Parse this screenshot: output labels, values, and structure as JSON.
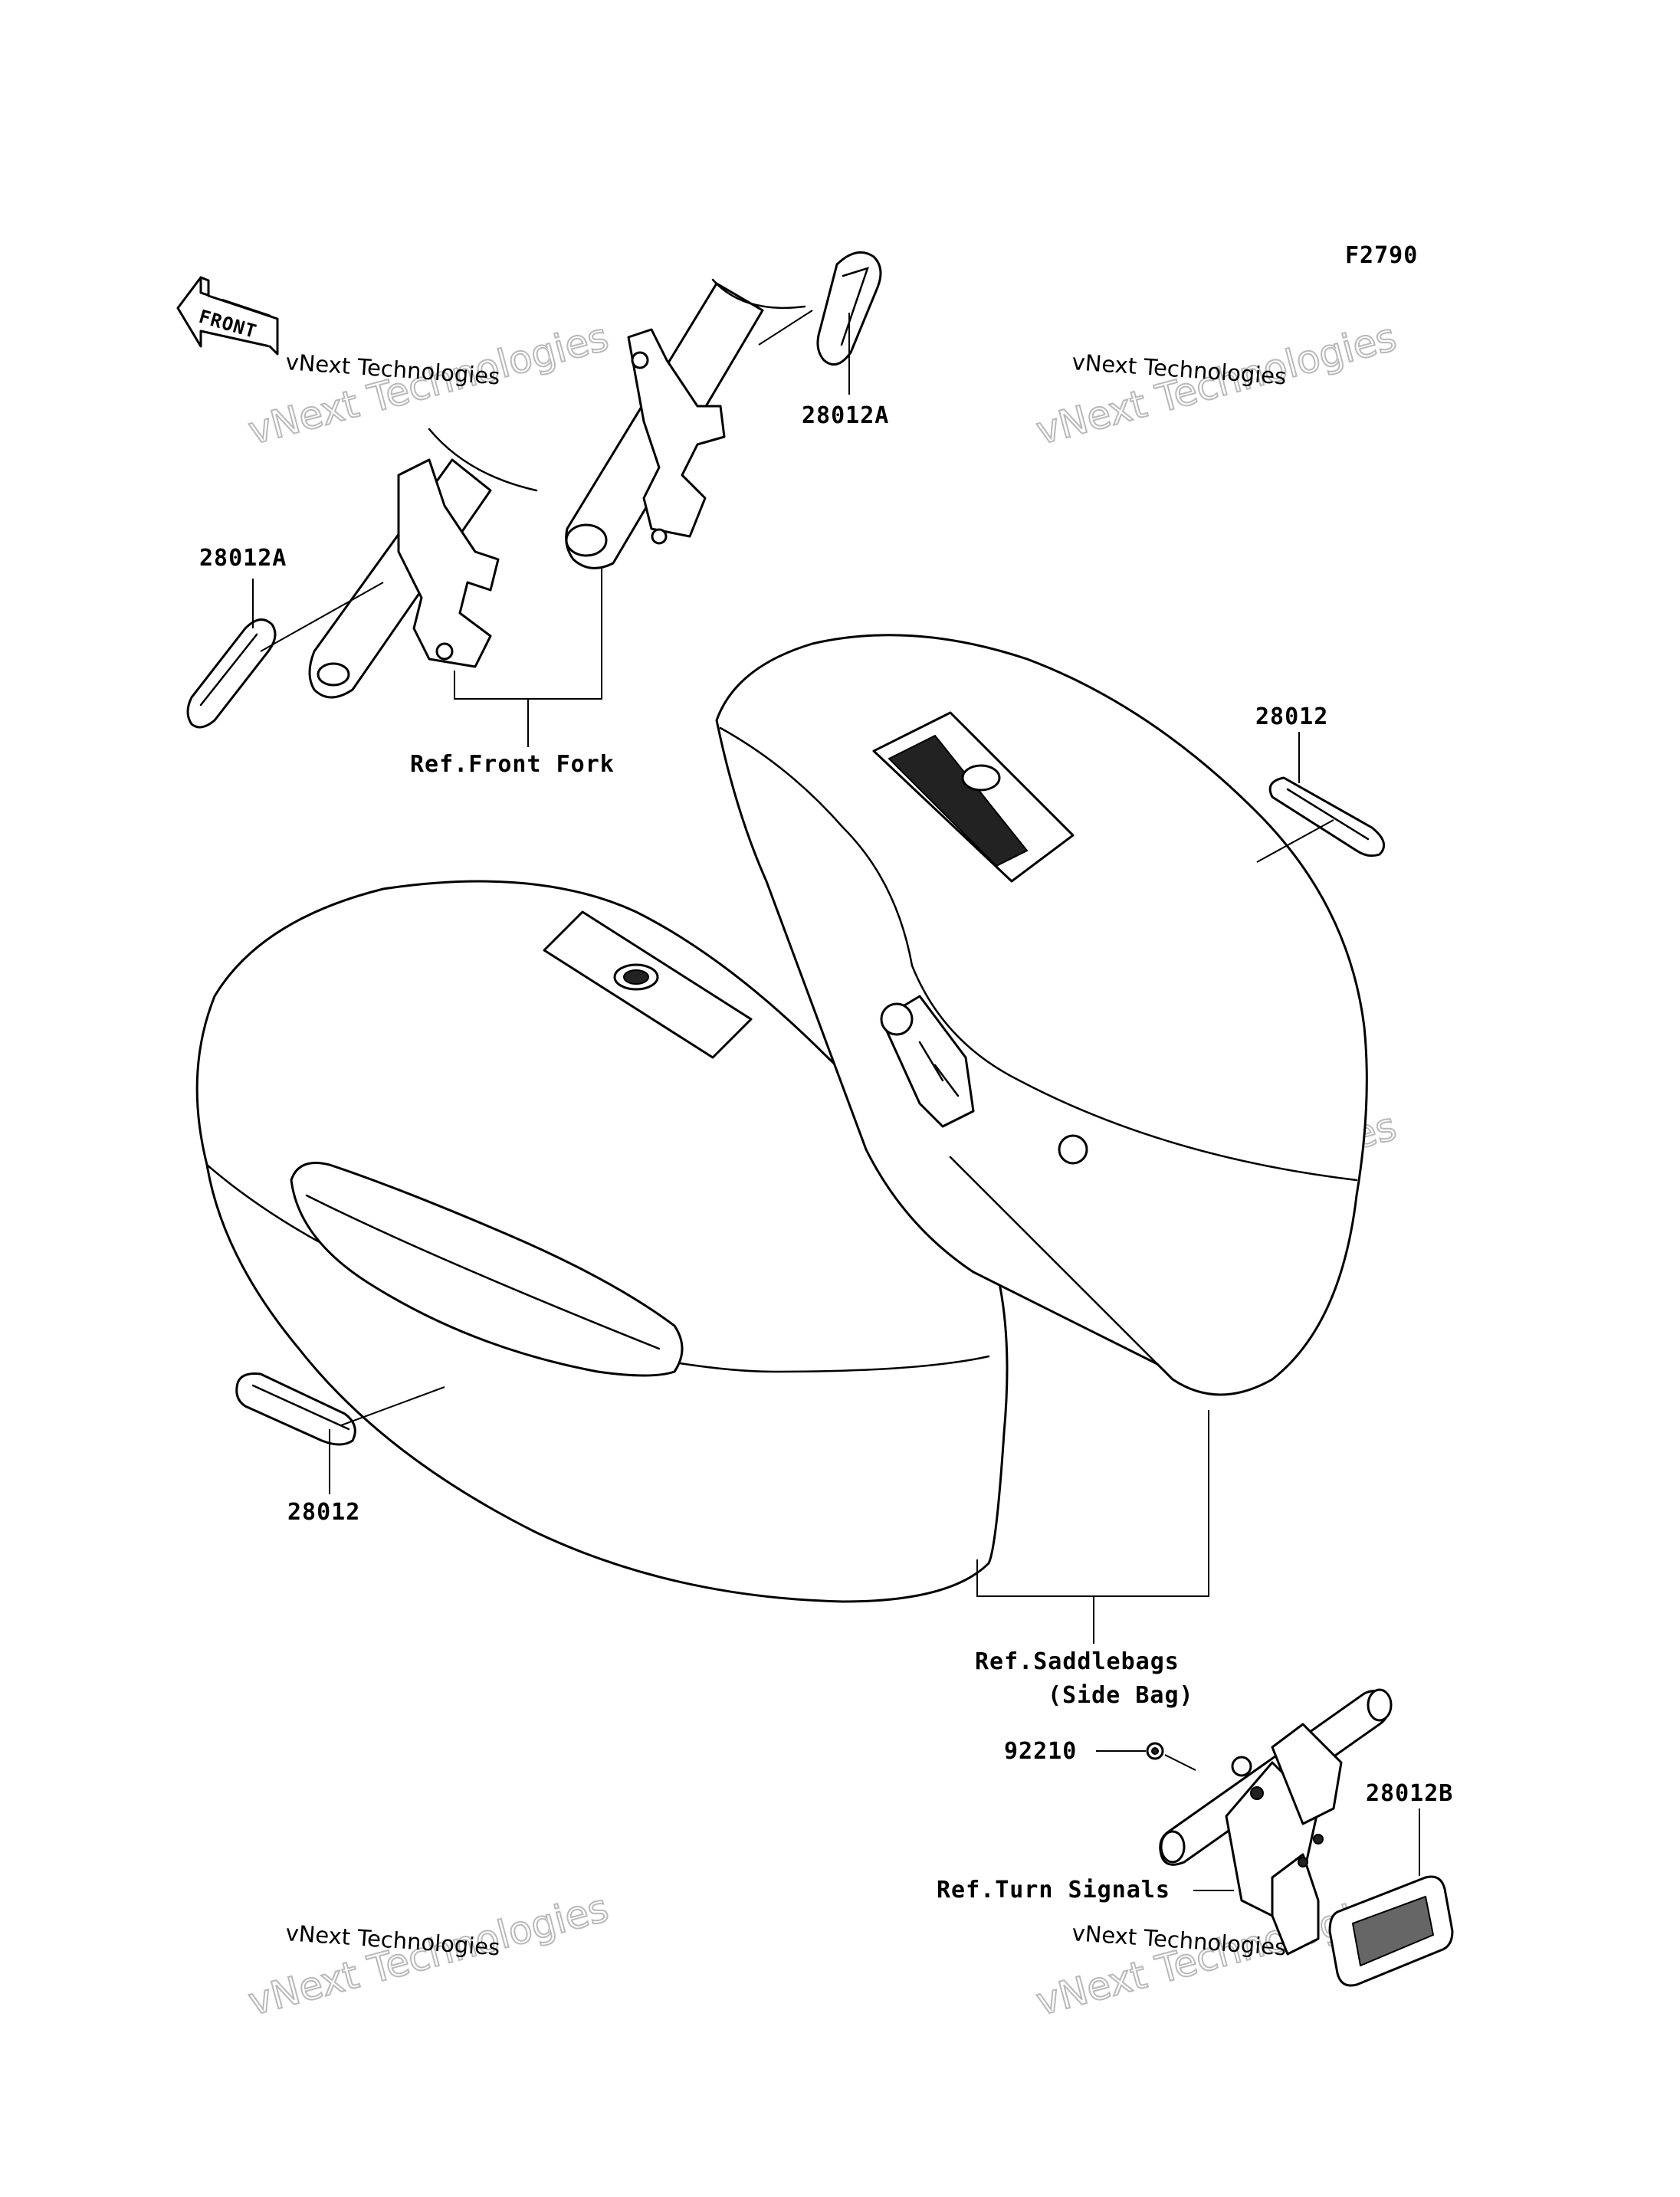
{
  "figure_code": "F2790",
  "front_badge": "FRONT",
  "watermark": {
    "line1": "vNext Technologies",
    "outline": "vNext Technologies"
  },
  "labels": {
    "part_28012A_top": "28012A",
    "part_28012A_left": "28012A",
    "part_28012_right": "28012",
    "part_28012_left": "28012",
    "part_92210": "92210",
    "part_28012B": "28012B",
    "ref_front_fork": "Ref.Front Fork",
    "ref_saddlebags_1": "Ref.Saddlebags",
    "ref_saddlebags_2": "(Side Bag)",
    "ref_turn_signals": "Ref.Turn Signals"
  }
}
